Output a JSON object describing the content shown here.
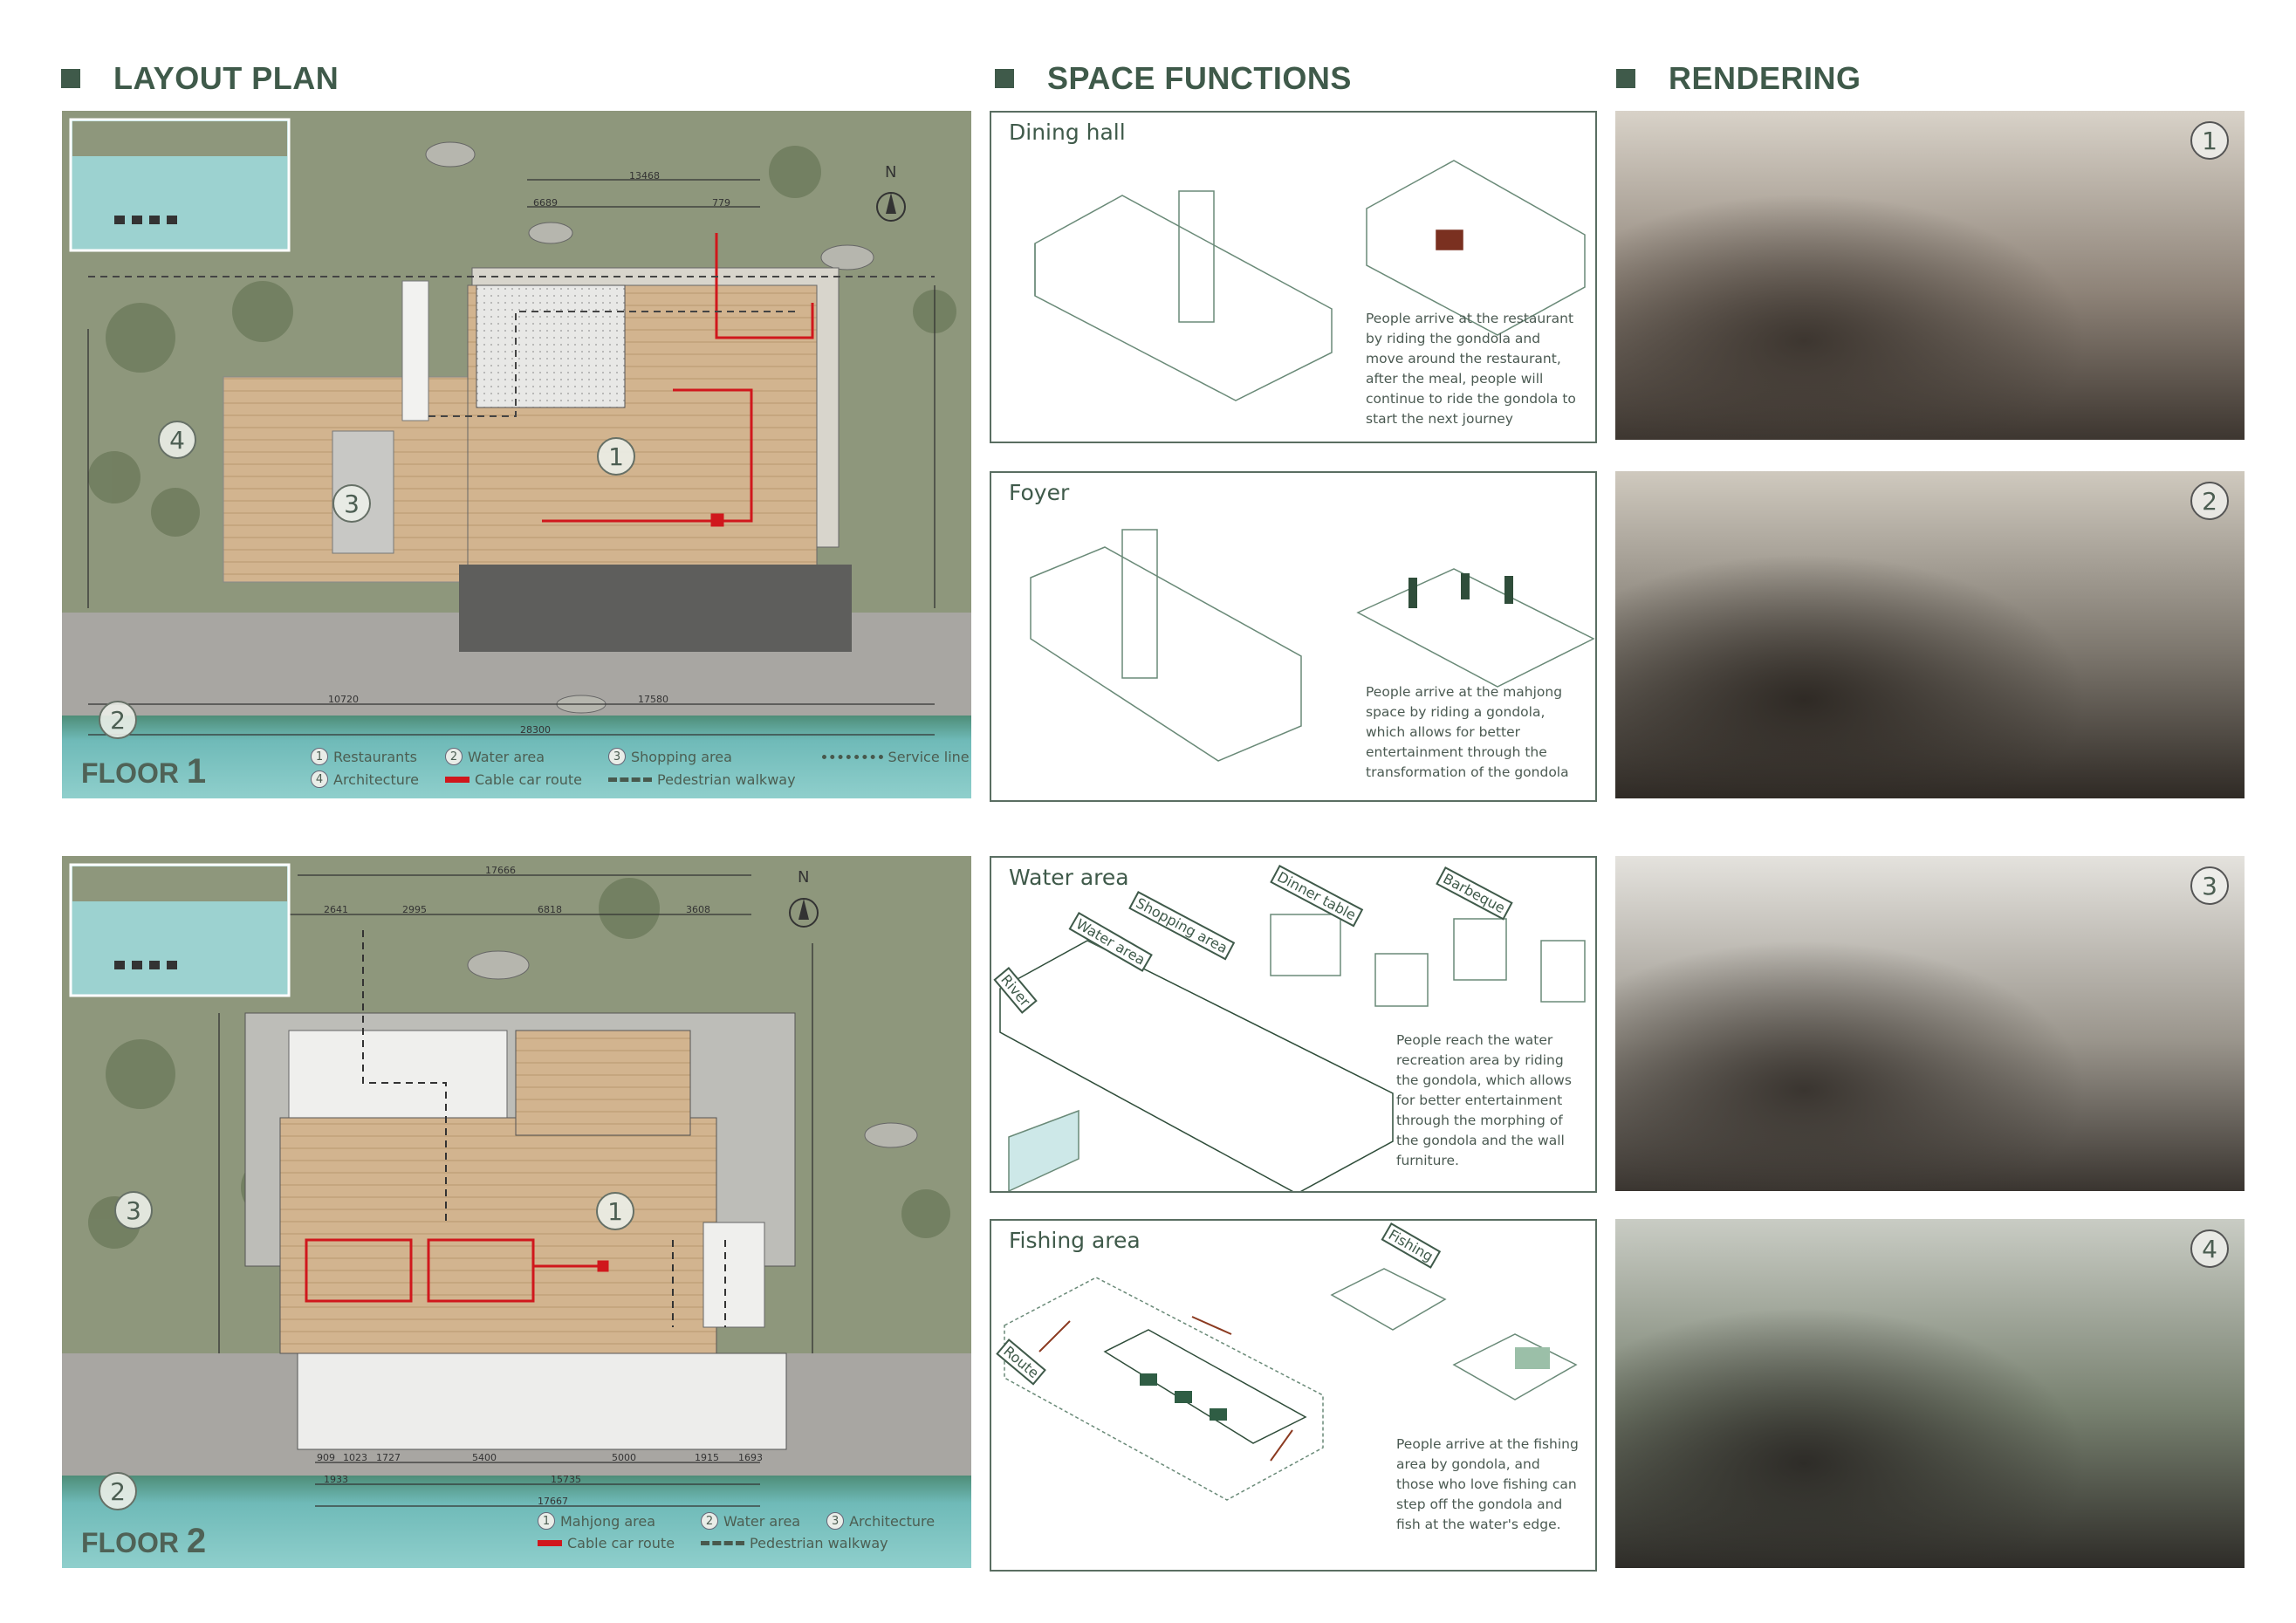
{
  "sections": {
    "layout_plan": "LAYOUT PLAN",
    "space_functions": "SPACE FUNCTIONS",
    "rendering": "RENDERING"
  },
  "colors": {
    "heading": "#3f5a4a",
    "grass": "#8e977c",
    "water": "#5fb1b0",
    "cable_car_route": "#d0171c",
    "wood": "#c9a784"
  },
  "floor1": {
    "label_word": "FLOOR",
    "label_num": "1",
    "north": "N",
    "markers": [
      "1",
      "2",
      "3",
      "4"
    ],
    "dimensions": {
      "top": [
        "13468",
        "6689",
        "779"
      ],
      "bottom": [
        "10720",
        "17580",
        "28300"
      ]
    },
    "legend": [
      {
        "num": "1",
        "label": "Restaurants"
      },
      {
        "num": "2",
        "label": "Water area"
      },
      {
        "num": "3",
        "label": "Shopping area"
      },
      {
        "swatch": "dotted",
        "label": "Service line"
      },
      {
        "num": "4",
        "label": "Architecture"
      },
      {
        "swatch": "red",
        "label": "Cable car route"
      },
      {
        "swatch": "dashed",
        "label": "Pedestrian walkway"
      }
    ]
  },
  "floor2": {
    "label_word": "FLOOR",
    "label_num": "2",
    "north": "N",
    "markers": [
      "1",
      "2",
      "3"
    ],
    "dimensions": {
      "top": [
        "17666",
        "2641",
        "2995",
        "6818",
        "3608"
      ],
      "bottom": [
        "909",
        "1023",
        "1727",
        "5400",
        "5000",
        "1915",
        "1693",
        "1933",
        "15735",
        "17667"
      ]
    },
    "legend": [
      {
        "num": "1",
        "label": "Mahjong area"
      },
      {
        "num": "2",
        "label": "Water area"
      },
      {
        "num": "3",
        "label": "Architecture"
      },
      {
        "swatch": "red",
        "label": "Cable car route"
      },
      {
        "swatch": "dashed",
        "label": "Pedestrian walkway"
      }
    ]
  },
  "functions": [
    {
      "title": "Dining hall",
      "description": "People arrive at the restaurant by riding the gondola and move around the restaurant, after the meal, people will continue to ride the gondola to start the next journey",
      "tags": []
    },
    {
      "title": "Foyer",
      "description": "People arrive at the mahjong space by riding a gondola, which allows for better entertainment through the transformation of the gondola",
      "tags": []
    },
    {
      "title": "Water area",
      "description": "People reach the water recreation area by riding the gondola, which allows for better entertainment through the morphing of the gondola and the wall furniture.",
      "tags": [
        "River",
        "Water area",
        "Shopping area",
        "Dinner table",
        "Barbeque"
      ]
    },
    {
      "title": "Fishing area",
      "description": "People arrive at the fishing area by gondola, and those who love fishing can step off the gondola and fish at the water's edge.",
      "tags": [
        "Route",
        "Fishing"
      ]
    }
  ],
  "renderings": [
    {
      "number": "1",
      "palette": [
        "#d8d2c8",
        "#8e8378",
        "#3d3630"
      ]
    },
    {
      "number": "2",
      "palette": [
        "#cfc9be",
        "#7d776e",
        "#2f2a25"
      ]
    },
    {
      "number": "3",
      "palette": [
        "#e4e2dd",
        "#9a958c",
        "#3a3530"
      ]
    },
    {
      "number": "4",
      "palette": [
        "#c9ccc4",
        "#77806f",
        "#2e2c28"
      ]
    }
  ]
}
